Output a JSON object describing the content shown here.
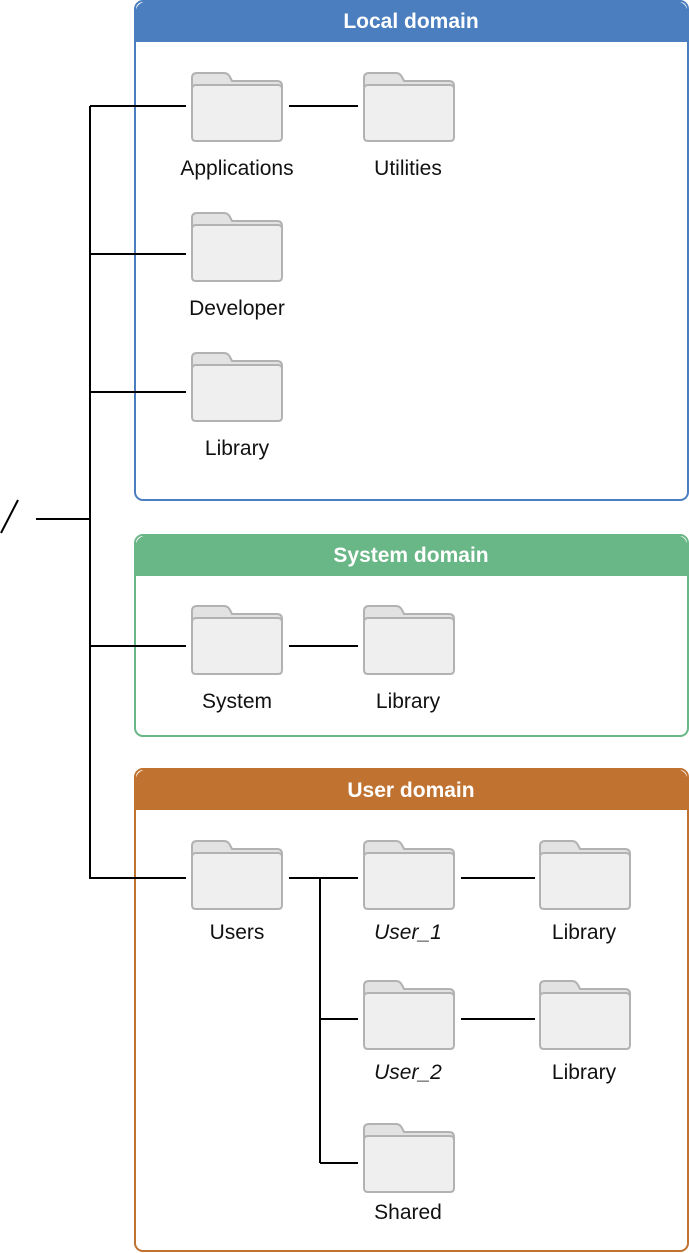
{
  "root": {
    "label": "/"
  },
  "colors": {
    "local": "#4a7ebf",
    "system": "#69b686",
    "user": "#c07230",
    "folder_fill": "#efefef",
    "folder_tab": "#e2e2e2",
    "folder_stroke": "#b2b2b2"
  },
  "icons": {
    "folder": "folder-icon"
  },
  "domains": {
    "local": {
      "title": "Local domain"
    },
    "system": {
      "title": "System domain"
    },
    "user": {
      "title": "User domain"
    }
  },
  "folders": {
    "applications": "Applications",
    "utilities": "Utilities",
    "developer": "Developer",
    "local_library": "Library",
    "system": "System",
    "system_library": "Library",
    "users": "Users",
    "user_1": "User_1",
    "user_1_library": "Library",
    "user_2": "User_2",
    "user_2_library": "Library",
    "shared": "Shared"
  }
}
